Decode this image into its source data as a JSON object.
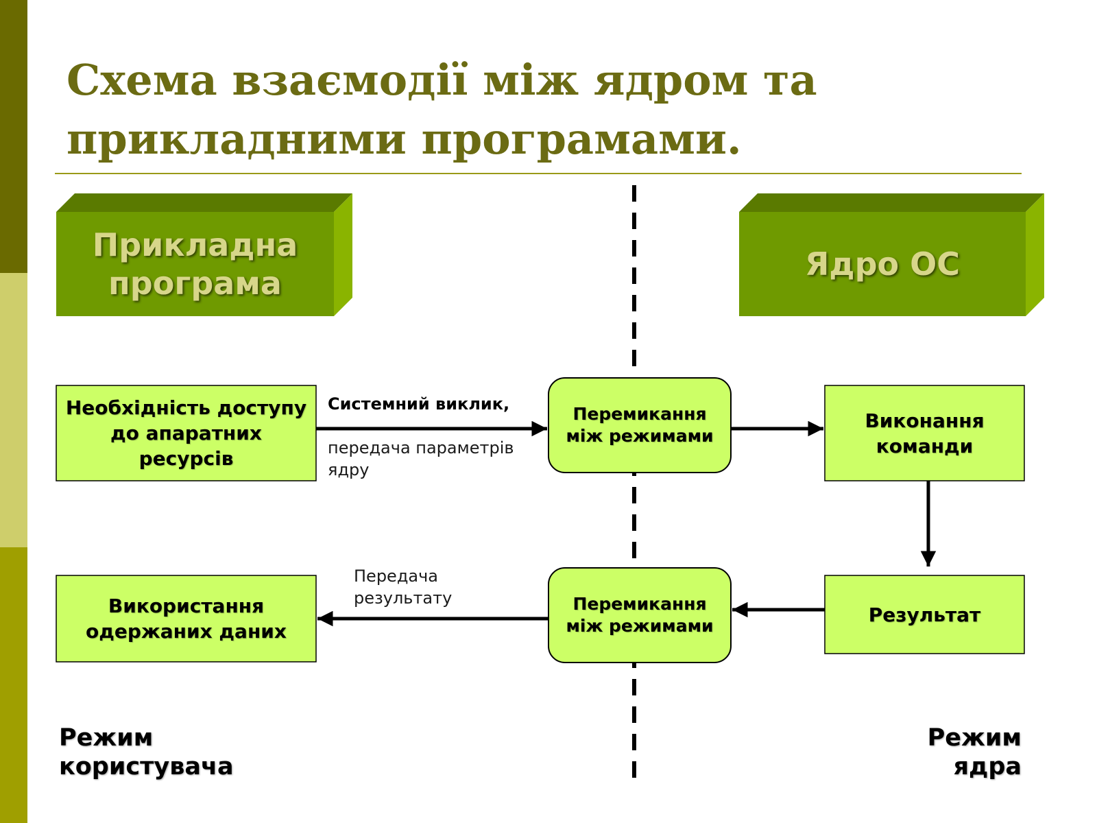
{
  "title": "Схема взаємодії між ядром та прикладними програмами.",
  "colors": {
    "title": "#6b6b13",
    "strip_dark": "#6a6a00",
    "strip_light": "#cece6b",
    "strip_mid": "#9f9f00",
    "header_front": "#6f9a00",
    "header_top": "#5a7a00",
    "header_side": "#8ab400",
    "header_text": "#d7d68a",
    "box_fill": "#ccff66",
    "rule": "#9a9a18"
  },
  "headers": {
    "app": "Прикладна програма",
    "kernel": "Ядро ОС"
  },
  "boxes": {
    "need_access": "Необхідність доступу до апаратних ресурсів",
    "switch_top": "Перемикання між режимами",
    "execute": "Виконання команди",
    "result": "Результат",
    "switch_bottom": "Перемикання між режимами",
    "use_data": "Використання одержаних даних"
  },
  "labels": {
    "syscall": "Системний виклик,",
    "params": "передача параметрів ядру",
    "transfer": "Передача результату"
  },
  "modes": {
    "user": "Режим користувача",
    "kernel": "Режим ядра"
  }
}
